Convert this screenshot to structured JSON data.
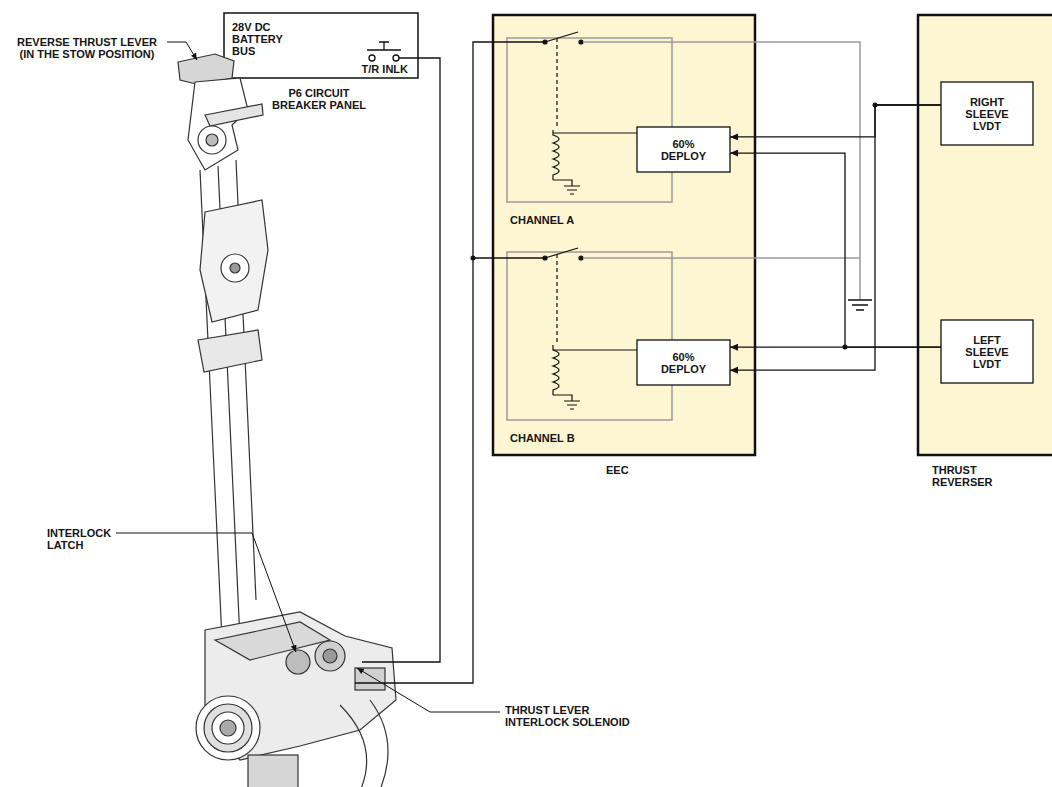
{
  "diagram": {
    "nodes": [
      {
        "text": [
          "28V DC BATTERY BUS",
          "T/R INLK",
          "P6 CIRCUIT BREAKER PANEL"
        ]
      },
      {
        "text": [
          "EEC"
        ]
      },
      {
        "text": [
          "CHANNEL A"
        ],
        "in": 1
      },
      {
        "text": [
          "60% DEPLOY"
        ],
        "in": 1
      },
      {
        "text": [
          "CHANNEL B"
        ],
        "in": 1
      },
      {
        "text": [
          "60% DEPLOY"
        ],
        "in": 1
      },
      {
        "text": [
          "THRUST REVERSER"
        ]
      },
      {
        "text": [
          "RIGHT SLEEVE LVDT"
        ],
        "in": 6
      },
      {
        "text": [
          "LEFT SLEEVE LVDT"
        ],
        "in": 6
      }
    ],
    "edges": [
      {
        "from": 7,
        "to": 3,
        "arrow": "to"
      },
      {
        "from": 7,
        "to": 5,
        "arrow": "to"
      },
      {
        "from": 8,
        "to": 3,
        "arrow": "to"
      },
      {
        "from": 8,
        "to": 5,
        "arrow": "to"
      }
    ],
    "labels": [
      "REVERSE THRUST LEVER (IN THE STOW POSITION)",
      "INTERLOCK LATCH",
      "THRUST LEVER INTERLOCK SOLENOID"
    ]
  }
}
